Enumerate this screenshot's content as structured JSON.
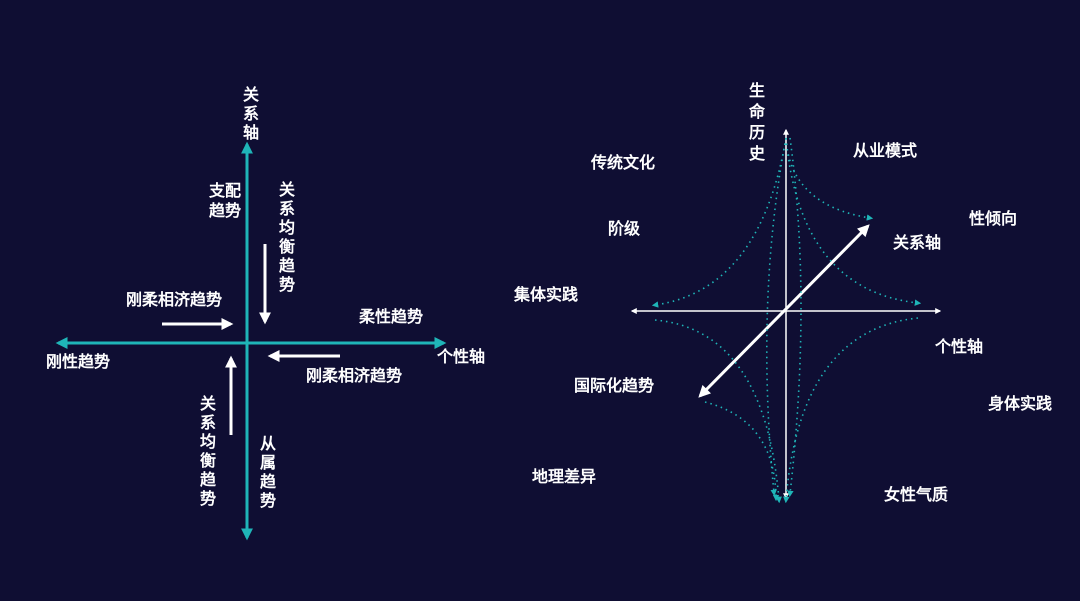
{
  "colors": {
    "background": "#0f0e33",
    "axis_teal": "#1fb5b8",
    "arrow_white": "#ffffff",
    "label_white": "#ffffff"
  },
  "left_diagram": {
    "vertical_axis_label": "关系轴",
    "horizontal_axis_label": "个性轴",
    "left_pole_label": "刚性趋势",
    "right_pole_label": "柔性趋势",
    "top_left_label": "支配趋势",
    "top_right_label": "关系均衡趋势",
    "upper_left_arrow_label": "刚柔相济趋势",
    "lower_right_arrow_label": "刚柔相济趋势",
    "bottom_left_label": "关系均衡趋势",
    "bottom_right_label": "从属趋势"
  },
  "right_diagram": {
    "top_label": "生命历史",
    "labels": {
      "traditional_culture": "传统文化",
      "class": "阶级",
      "collective_practice": "集体实践",
      "internationalization": "国际化趋势",
      "geographic_difference": "地理差异",
      "occupation_mode": "从业模式",
      "sexual_orientation": "性倾向",
      "relation_axis": "关系轴",
      "personality_axis": "个性轴",
      "body_practice": "身体实践",
      "feminine_temperament": "女性气质"
    }
  }
}
